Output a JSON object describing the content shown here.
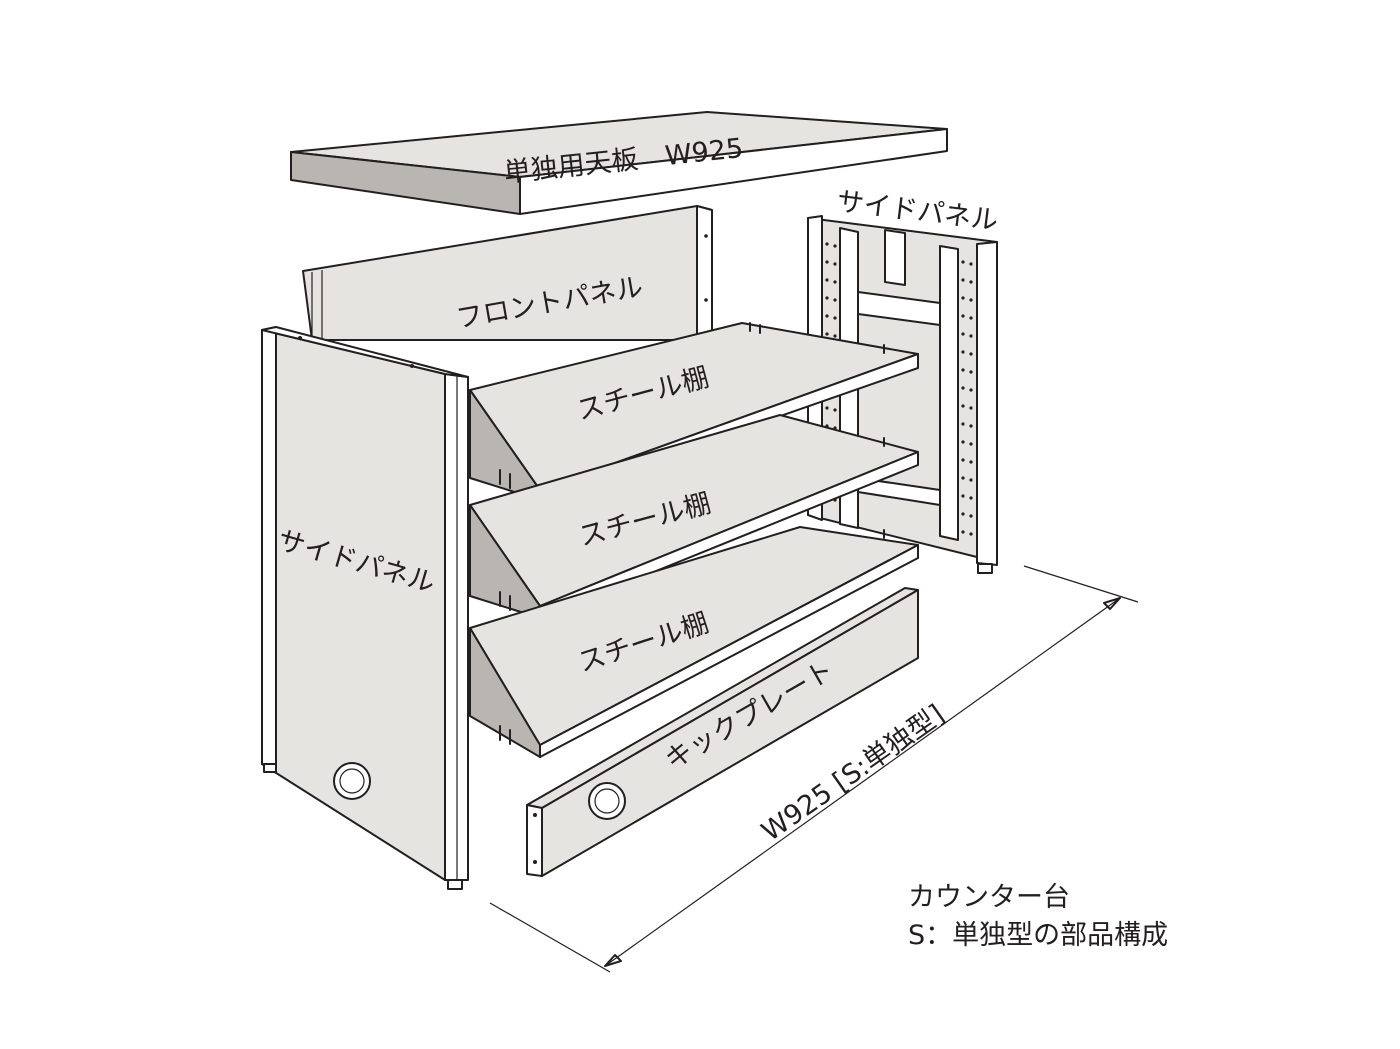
{
  "labels": {
    "top_panel": "単独用天板　W925",
    "side_panel_back": "サイドパネル",
    "front_panel": "フロントパネル",
    "shelf_1": "スチール棚",
    "shelf_2": "スチール棚",
    "shelf_3": "スチール棚",
    "side_panel_front": "サイドパネル",
    "kick_plate": "キックプレート",
    "width_dimension": "W925 [S:単独型]"
  },
  "caption": {
    "line1": "カウンター台",
    "line2": "S：単独型の部品構成"
  }
}
